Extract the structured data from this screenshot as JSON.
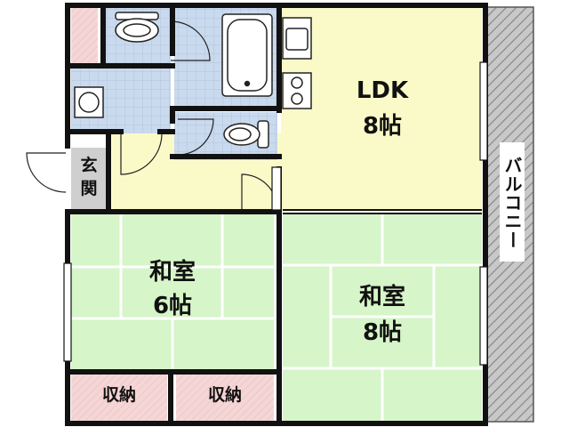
{
  "rooms": {
    "ldk": {
      "name": "LDK",
      "size": "8帖"
    },
    "washitsu_6": {
      "name": "和室",
      "size": "6帖"
    },
    "washitsu_8": {
      "name": "和室",
      "size": "8帖"
    },
    "genkan": {
      "char_1": "玄",
      "char_2": "関"
    },
    "closet_left": {
      "label": "収納"
    },
    "closet_right": {
      "label": "収納"
    },
    "balcony": {
      "label": "バルコニー"
    }
  },
  "colors": {
    "ldk_floor": "#fafac8",
    "tatami": "#d6f5c8",
    "tatami_line": "#ffffff",
    "wet_area": "#c9d9ee",
    "storage_pink": "#f5d6d6",
    "genkan_gray": "#cfcfcf",
    "balcony_gray": "#c8c8c8",
    "wall": "#111111"
  },
  "icons": [
    "toilet-icon",
    "bathtub-icon",
    "sink-icon",
    "stove-icon",
    "washing-machine-icon",
    "door-swing-icon"
  ]
}
